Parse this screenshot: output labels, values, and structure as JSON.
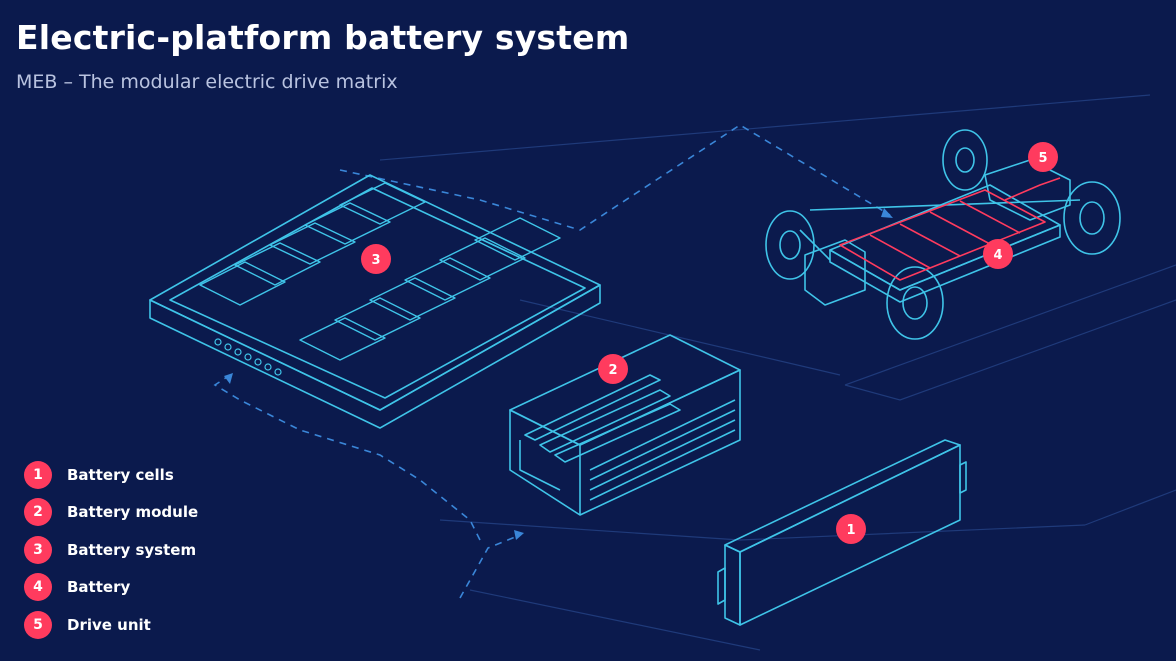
{
  "header": {
    "title": "Electric-platform battery system",
    "subtitle": "MEB – The modular electric drive matrix"
  },
  "legend": [
    {
      "num": "1",
      "label": "Battery cells"
    },
    {
      "num": "2",
      "label": "Battery module"
    },
    {
      "num": "3",
      "label": "Battery system"
    },
    {
      "num": "4",
      "label": "Battery"
    },
    {
      "num": "5",
      "label": "Drive unit"
    }
  ],
  "badges": {
    "cell": "1",
    "module": "2",
    "system": "3",
    "battery": "4",
    "drive": "5"
  },
  "colors": {
    "background": "#0b1a4d",
    "line": "#3fc4e8",
    "accent": "#ff3b5e"
  }
}
